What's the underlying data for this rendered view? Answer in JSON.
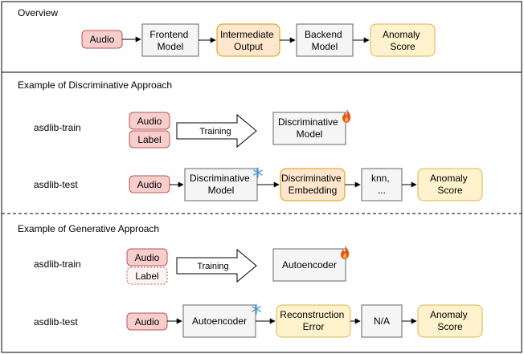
{
  "colors": {
    "audio_fill": "#f8cecc",
    "audio_stroke": "#b85450",
    "model_fill": "#f5f5f5",
    "model_stroke": "#666666",
    "intermediate_fill": "#ffe6cc",
    "intermediate_stroke": "#d79b00",
    "score_fill": "#fff2cc",
    "score_stroke": "#d6b656",
    "frame": "#000000",
    "fire": "#e8551f",
    "snow": "#4a9fd8"
  },
  "overview": {
    "title": "Overview",
    "audio": "Audio",
    "frontend": [
      "Frontend",
      "Model"
    ],
    "intermediate": [
      "Intermediate",
      "Output"
    ],
    "backend": [
      "Backend",
      "Model"
    ],
    "score": [
      "Anomaly",
      "Score"
    ]
  },
  "discriminative": {
    "title": "Example of Discriminative Approach",
    "train_label": "asdlib-train",
    "train_audio": "Audio",
    "train_label_box": "Label",
    "training_arrow": "Training",
    "train_model": [
      "Discriminative",
      "Model"
    ],
    "train_model_icon": "fire-icon",
    "test_label": "asdlib-test",
    "test_audio": "Audio",
    "test_model": [
      "Discriminative",
      "Model"
    ],
    "test_model_icon": "snowflake-icon",
    "embedding": [
      "Discriminative",
      "Embedding"
    ],
    "backend": [
      "knn,",
      "..."
    ],
    "score": [
      "Anomaly",
      "Score"
    ]
  },
  "generative": {
    "title": "Example of Generative Approach",
    "train_label": "asdlib-train",
    "train_audio": "Audio",
    "train_label_box": "Label",
    "training_arrow": "Training",
    "train_model": "Autoencoder",
    "train_model_icon": "fire-icon",
    "test_label": "asdlib-test",
    "test_audio": "Audio",
    "test_model": "Autoencoder",
    "test_model_icon": "snowflake-icon",
    "error": [
      "Reconstruction",
      "Error"
    ],
    "backend": "N/A",
    "score": [
      "Anomaly",
      "Score"
    ]
  }
}
